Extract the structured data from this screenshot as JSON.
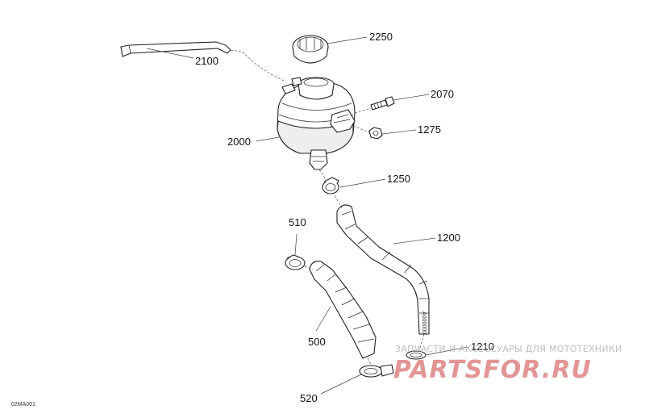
{
  "diagram": {
    "drawing_code": "02MA001",
    "parts": [
      {
        "id": "2250",
        "label": "2250"
      },
      {
        "id": "2100",
        "label": "2100"
      },
      {
        "id": "2070",
        "label": "2070"
      },
      {
        "id": "1275",
        "label": "1275"
      },
      {
        "id": "2000",
        "label": "2000"
      },
      {
        "id": "1250",
        "label": "1250"
      },
      {
        "id": "510",
        "label": "510"
      },
      {
        "id": "1200",
        "label": "1200"
      },
      {
        "id": "500",
        "label": "500"
      },
      {
        "id": "1210",
        "label": "1210"
      },
      {
        "id": "520",
        "label": "520"
      }
    ]
  },
  "watermark": {
    "tagline": "ЗАПЧАСТИ И АКСЕССУАРЫ ДЛЯ МОТОТЕХНИКИ",
    "logo": "PARTSFOR.RU"
  }
}
